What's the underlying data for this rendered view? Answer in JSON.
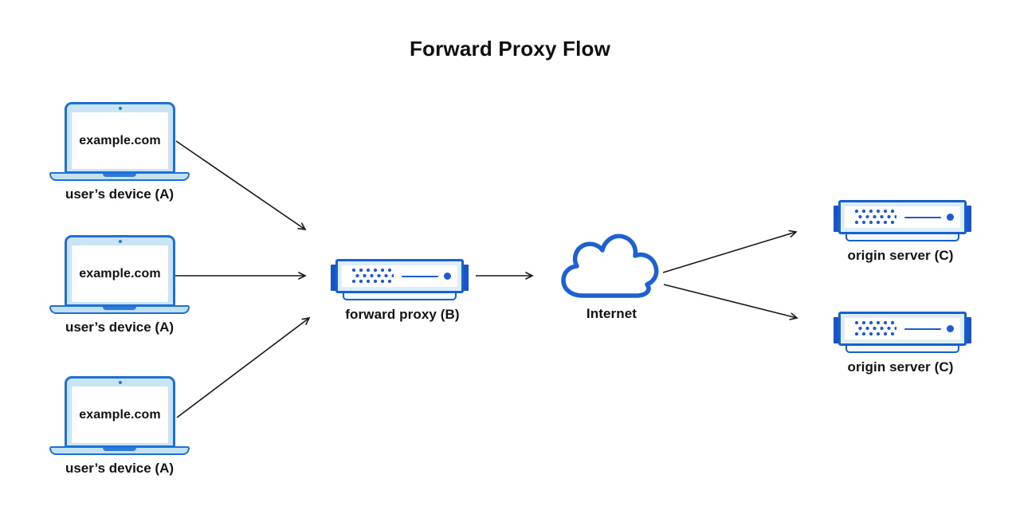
{
  "title": "Forward Proxy Flow",
  "diagram": {
    "devices": [
      {
        "id": "user-device-1",
        "screen_text": "example.com",
        "label": "user’s device (A)"
      },
      {
        "id": "user-device-2",
        "screen_text": "example.com",
        "label": "user’s device (A)"
      },
      {
        "id": "user-device-3",
        "screen_text": "example.com",
        "label": "user’s device (A)"
      }
    ],
    "proxy": {
      "id": "forward-proxy",
      "label": "forward proxy (B)"
    },
    "internet": {
      "id": "internet",
      "label": "Internet"
    },
    "origins": [
      {
        "id": "origin-server-1",
        "label": "origin server (C)"
      },
      {
        "id": "origin-server-2",
        "label": "origin server (C)"
      }
    ],
    "connections": [
      {
        "from": "user-device-1",
        "to": "forward-proxy"
      },
      {
        "from": "user-device-2",
        "to": "forward-proxy"
      },
      {
        "from": "user-device-3",
        "to": "forward-proxy"
      },
      {
        "from": "forward-proxy",
        "to": "internet"
      },
      {
        "from": "internet",
        "to": "origin-server-1"
      },
      {
        "from": "internet",
        "to": "origin-server-2"
      }
    ]
  },
  "icons": {
    "device": "laptop-icon",
    "proxy": "server-icon",
    "internet": "cloud-icon",
    "origin": "server-icon",
    "connector": "arrow-icon"
  },
  "colors": {
    "blue_border": "#1e6fd6",
    "blue_dark": "#1a53c6",
    "laptop_fill": "#c9e5f5",
    "server_fill": "#ddeef8",
    "detail_blue": "#1f5bd0",
    "cloud_stroke": "#1c60d4",
    "arrow": "#161616",
    "text": "#111111",
    "background": "#ffffff"
  }
}
